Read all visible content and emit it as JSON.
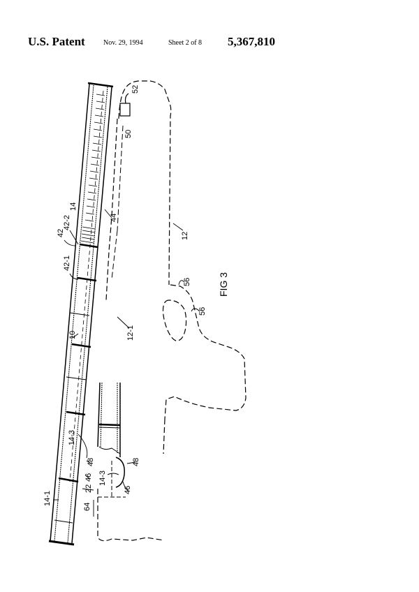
{
  "header": {
    "title": "U.S. Patent",
    "date": "Nov. 29, 1994",
    "sheet": "Sheet 2 of 8",
    "patent_number": "5,367,810"
  },
  "figure": {
    "label": "FIG 3",
    "reference_numerals": {
      "r10": "10",
      "r12": "12",
      "r12_1": "12-1",
      "r14": "14",
      "r14_1": "14-1",
      "r14_3a": "14-3",
      "r14_3b": "14-3",
      "r22": "22",
      "r42": "42",
      "r42_1": "42-1",
      "r42_2": "42-2",
      "r44": "44",
      "r46a": "46",
      "r46b": "46",
      "r48a": "48",
      "r48b": "48",
      "r50": "50",
      "r52": "52",
      "r56a": "56",
      "r56b": "56",
      "r64": "64"
    }
  }
}
